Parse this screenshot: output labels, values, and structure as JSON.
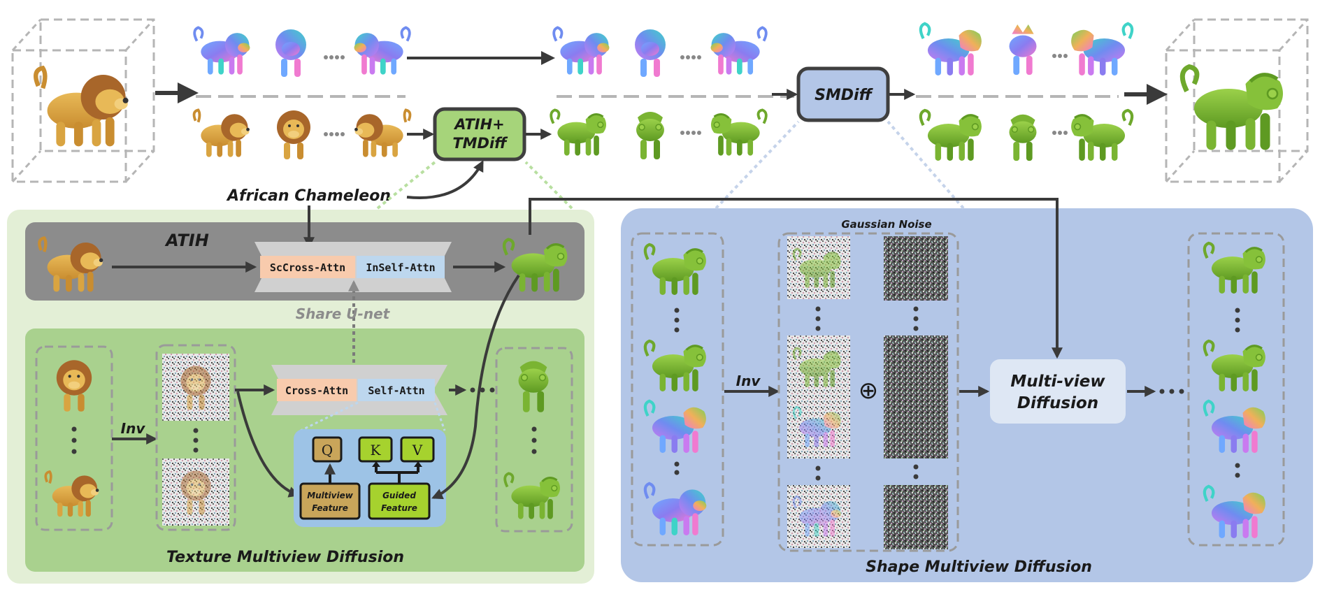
{
  "labels": {
    "atih_tmdiff_line1": "ATIH+",
    "atih_tmdiff_line2": "TMDiff",
    "smdiff": "SMDiff",
    "african_chameleon": "African Chameleon",
    "atih": "ATIH",
    "sc_cross_attn": "ScCross-Attn",
    "in_self_attn": "InSelf-Attn",
    "share_unet": "Share U-net",
    "inv_left": "Inv",
    "cross_attn": "Cross-Attn",
    "self_attn": "Self-Attn",
    "q": "Q",
    "k": "K",
    "v": "V",
    "multiview_feature_line1": "Multiview",
    "multiview_feature_line2": "Feature",
    "guided_feature_line1": "Guided",
    "guided_feature_line2": "Feature",
    "texture_multiview_diffusion": "Texture Multiview Diffusion",
    "gaussian_noise": "Gaussian Noise",
    "inv_right": "Inv",
    "oplus": "⊕",
    "multiview_diffusion_line1": "Multi-view",
    "multiview_diffusion_line2": "Diffusion",
    "shape_multiview_diffusion": "Shape Multiview Diffusion"
  },
  "colors": {
    "lion_body": "#d9a441",
    "lion_mane": "#a8662a",
    "chameleon": "#86c13a",
    "chameleon_dark": "#5e9a22",
    "normal_map_a": "#8a7cf0",
    "normal_map_b": "#3fd3c8",
    "normal_map_c": "#f07ad0",
    "green_panel": "#e3efd6",
    "green_inner": "#a9d18e",
    "gray_panel": "#8c8c8c",
    "blue_panel": "#b3c6e7",
    "atih_box": "#a6d47a",
    "smdiff_box": "#b3c6e7",
    "cross_attn": "#f8cbad",
    "self_attn": "#bdd7ee",
    "qkv_blue": "#9dc3e6",
    "q_box": "#c9a55a",
    "kv_box": "#a6d22e"
  }
}
